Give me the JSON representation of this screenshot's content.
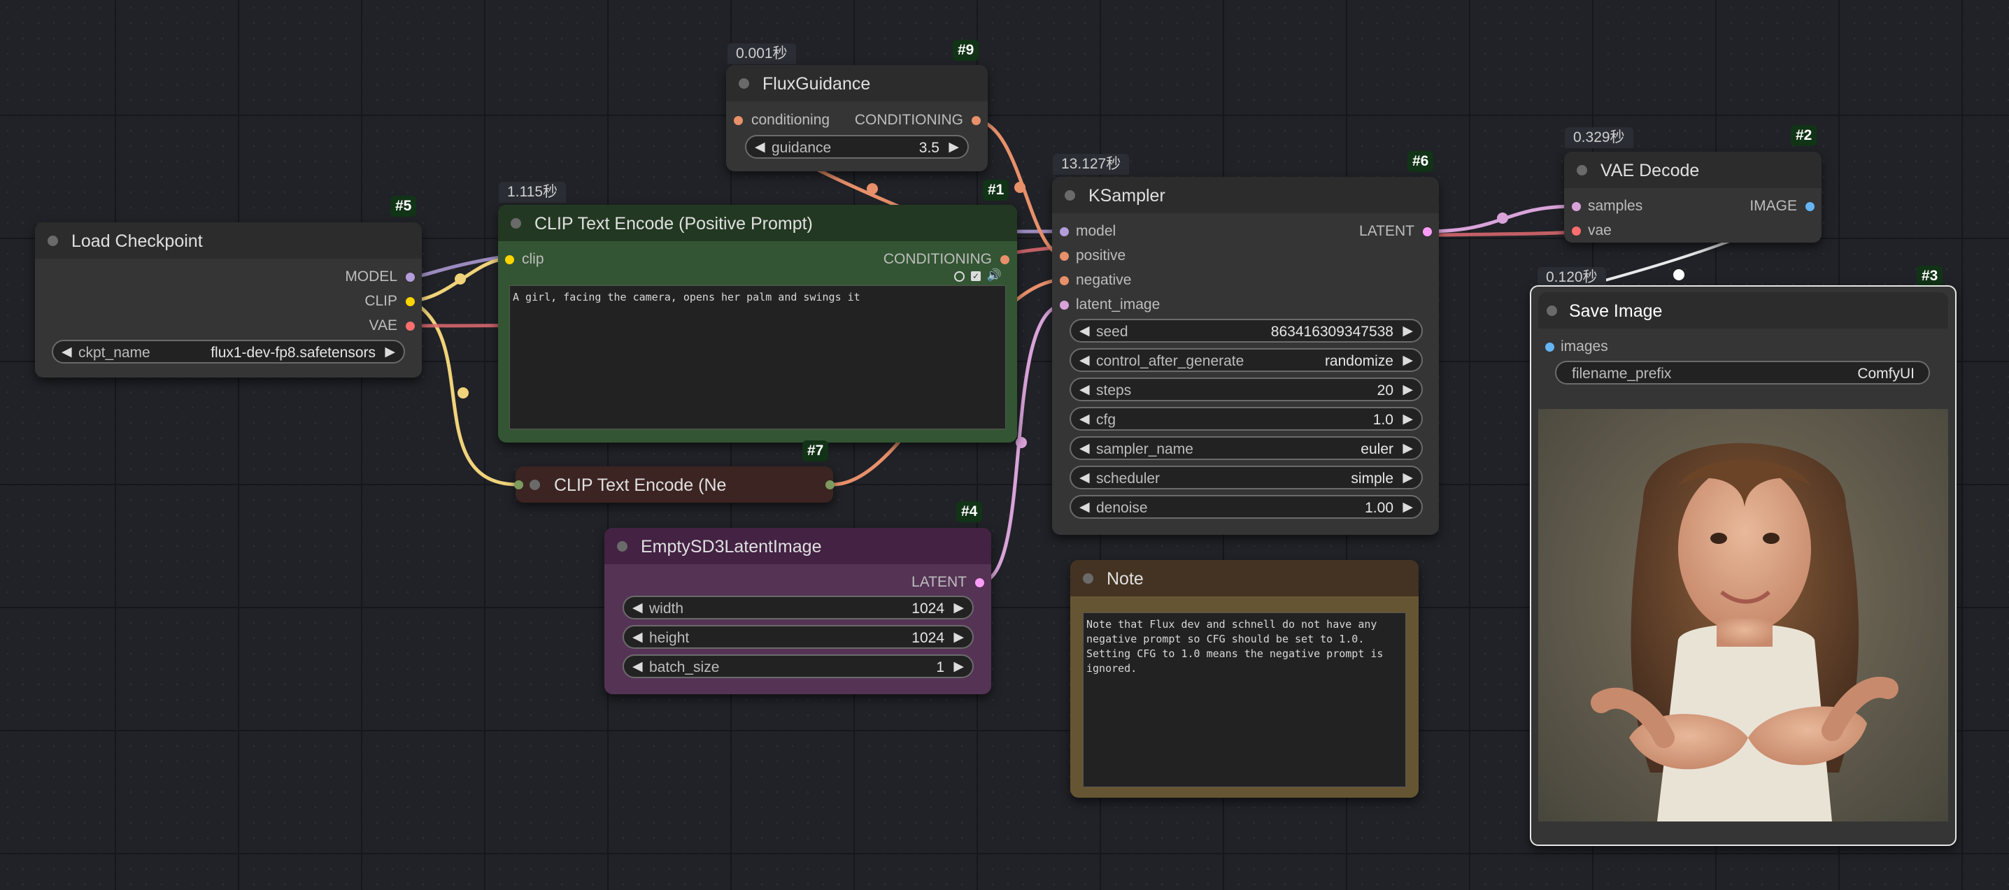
{
  "nodes": {
    "load_checkpoint": {
      "id": "#5",
      "title": "Load Checkpoint",
      "outputs": [
        "MODEL",
        "CLIP",
        "VAE"
      ],
      "widget": {
        "label": "ckpt_name",
        "value": "flux1-dev-fp8.safetensors"
      }
    },
    "flux_guidance": {
      "id": "#9",
      "time": "0.001秒",
      "title": "FluxGuidance",
      "input": "conditioning",
      "output": "CONDITIONING",
      "widget": {
        "label": "guidance",
        "value": "3.5"
      }
    },
    "clip_pos": {
      "id": "#1",
      "time": "1.115秒",
      "title": "CLIP Text Encode (Positive Prompt)",
      "input": "clip",
      "output": "CONDITIONING",
      "text": "A girl, facing the camera, opens her palm and swings it"
    },
    "clip_neg": {
      "id": "#7",
      "title": "CLIP Text Encode (Ne"
    },
    "empty_latent": {
      "id": "#4",
      "title": "EmptySD3LatentImage",
      "output": "LATENT",
      "widgets": [
        {
          "label": "width",
          "value": "1024"
        },
        {
          "label": "height",
          "value": "1024"
        },
        {
          "label": "batch_size",
          "value": "1"
        }
      ]
    },
    "ksampler": {
      "id": "#6",
      "time": "13.127秒",
      "title": "KSampler",
      "inputs": [
        "model",
        "positive",
        "negative",
        "latent_image"
      ],
      "output": "LATENT",
      "widgets": [
        {
          "label": "seed",
          "value": "863416309347538"
        },
        {
          "label": "control_after_generate",
          "value": "randomize"
        },
        {
          "label": "steps",
          "value": "20"
        },
        {
          "label": "cfg",
          "value": "1.0"
        },
        {
          "label": "sampler_name",
          "value": "euler"
        },
        {
          "label": "scheduler",
          "value": "simple"
        },
        {
          "label": "denoise",
          "value": "1.00"
        }
      ]
    },
    "note": {
      "title": "Note",
      "text": "Note that Flux dev and schnell do not have any\nnegative prompt so CFG should be set to 1.0.\nSetting CFG to 1.0 means the negative prompt is\nignored."
    },
    "vae_decode": {
      "id": "#2",
      "time": "0.329秒",
      "title": "VAE Decode",
      "inputs": [
        "samples",
        "vae"
      ],
      "output": "IMAGE"
    },
    "save_image": {
      "id": "#3",
      "time": "0.120秒",
      "title": "Save Image",
      "input": "images",
      "widget": {
        "label": "filename_prefix",
        "value": "ComfyUI"
      }
    }
  },
  "colors": {
    "model": "#b39ddb",
    "clip": "#ffd500",
    "vae": "#ff6e6e",
    "conditioning": "#ffa931",
    "latent": "#ff9cf9",
    "image": "#64b5f6",
    "positive_node": "#2b4a2b",
    "negative_node": "#3b2422",
    "latent_node": "#553355",
    "note_node": "#432"
  }
}
